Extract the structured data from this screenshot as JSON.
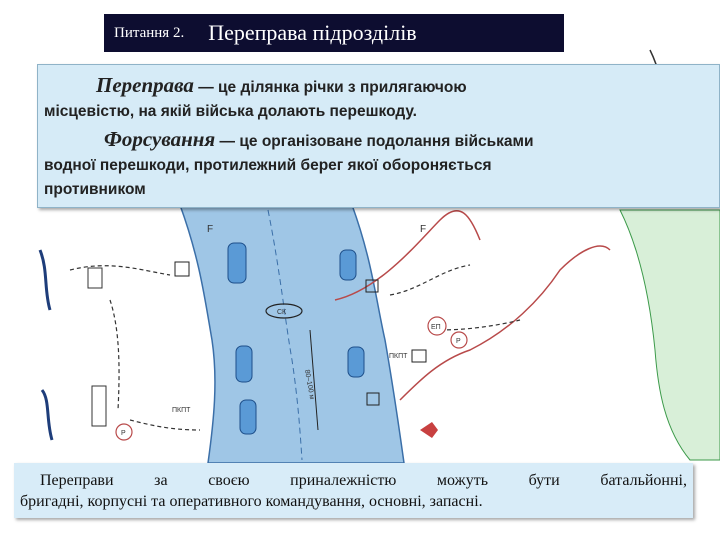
{
  "header": {
    "question_label": "Питання 2.",
    "title": "Переправа підрозділів"
  },
  "definitions": [
    {
      "term": "Переправа",
      "dash": " — ",
      "text_line1": "це ділянка річки з прилягаючою",
      "text_line2": "місцевістю, на якій війська  долають перешкоду."
    },
    {
      "term": "Форсування",
      "dash": " — ",
      "text_line1": "це  організоване подолання  військами",
      "text_line2": "водної перешкоди,  протилежний берег якої обороняється",
      "text_line3": "противником"
    }
  ],
  "bottom_text": {
    "line1": "Переправи за своєю приналежністю можуть бути батальйонні,",
    "line2": "бригадні, корпусні та оперативного командування, основні, запасні."
  },
  "map_labels": {
    "river_width": "80–100 м",
    "sk": "СК",
    "ep": "ЕП",
    "pkpt": "ПКПТ",
    "pkpt2": "ПКПТ",
    "p1": "Р",
    "p2": "Р",
    "f1": "F",
    "f2": "F"
  },
  "colors": {
    "title_bg": "#0d0d30",
    "box_bg": "#d6ebf7",
    "river": "#9fc6e6",
    "route": "#b84a4a"
  }
}
